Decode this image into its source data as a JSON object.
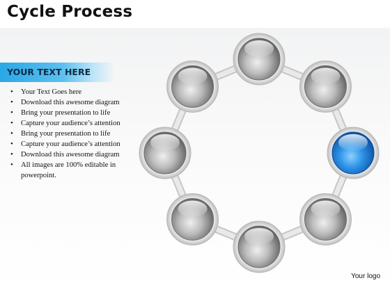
{
  "title": "Cycle Process",
  "banner": {
    "text": "YOUR TEXT HERE",
    "color": "#2aa7e6"
  },
  "bullets": [
    "Your Text Goes here",
    "Download this awesome diagram",
    "Bring your presentation to life",
    "Capture your audience’s attention",
    "Bring your presentation to life",
    "Capture your audience’s attention",
    "Download this awesome diagram",
    "All images are 100% editable in powerpoint."
  ],
  "logo_text": "Your logo",
  "cycle": {
    "node_count": 8,
    "highlighted_node": 2,
    "colors": {
      "node": "#9a9a9a",
      "highlight": "#1e88e5",
      "ring": "#dcdcdc"
    }
  }
}
